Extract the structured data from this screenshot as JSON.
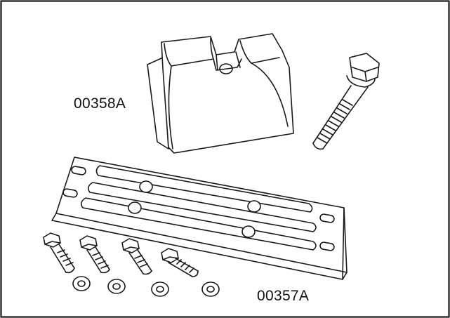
{
  "parts": [
    {
      "part_number": "00358A",
      "depicts": "block-anode"
    },
    {
      "part_number": "00357A",
      "depicts": "bar-anode-kit"
    }
  ],
  "colors": {
    "line": "#1a1a1a",
    "fill": "#ffffff",
    "border": "#333333"
  }
}
